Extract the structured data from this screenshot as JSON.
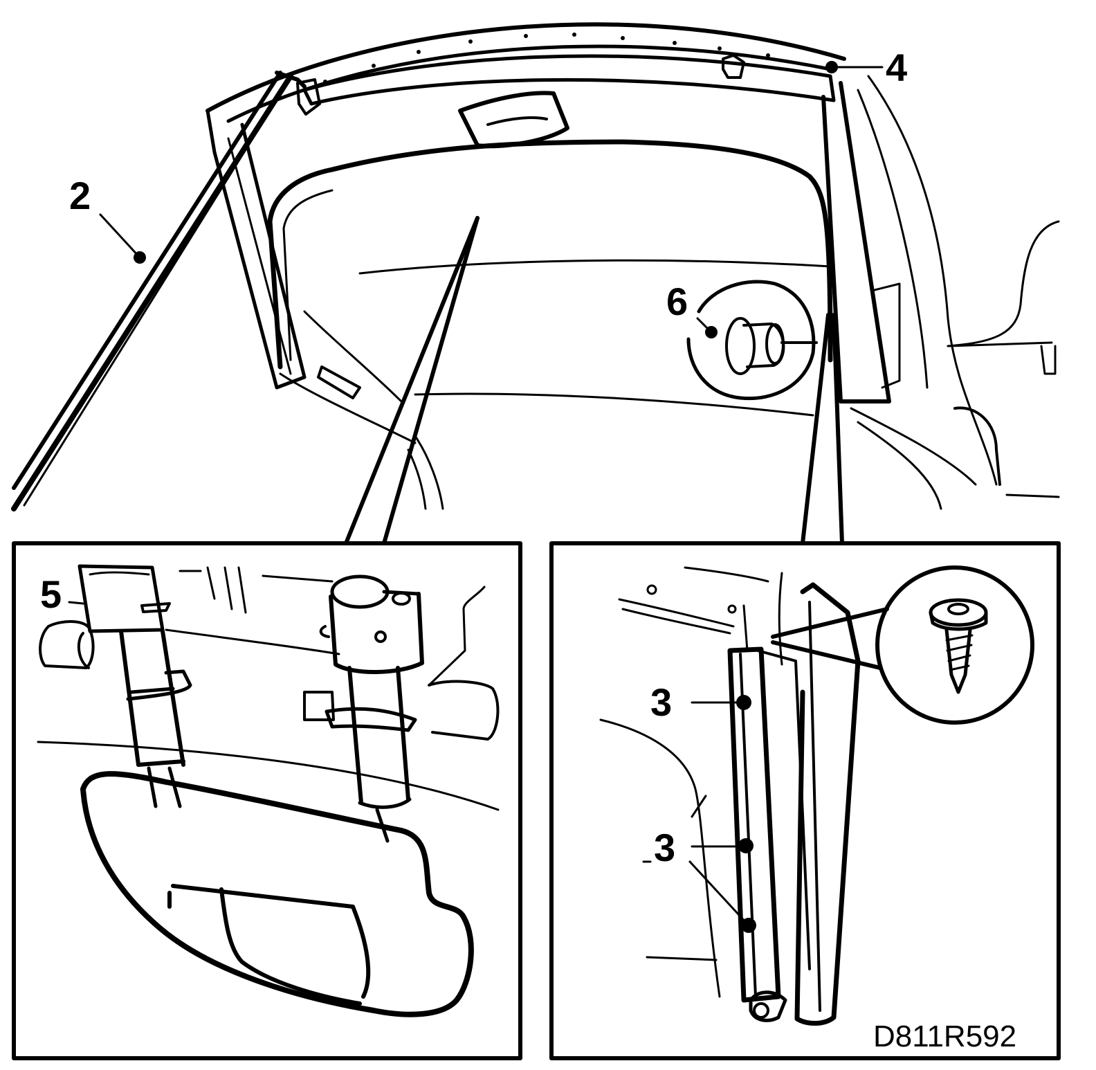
{
  "figure_code": "D811R592",
  "callouts": {
    "c2": "2",
    "c3a": "3",
    "c3b": "3",
    "c4": "4",
    "c5": "5",
    "c6": "6"
  },
  "colors": {
    "line": "#000000",
    "background": "#ffffff"
  }
}
